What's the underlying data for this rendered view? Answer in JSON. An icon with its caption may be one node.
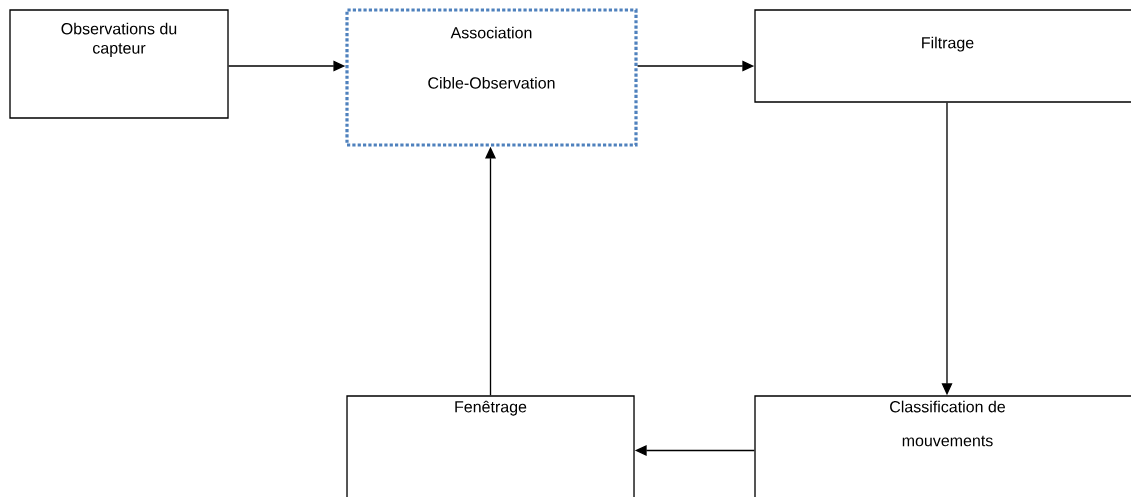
{
  "diagram": {
    "nodes": [
      {
        "text": [
          "Observations du capteur"
        ]
      },
      {
        "text": [
          "Association Cible-Observation"
        ]
      },
      {
        "text": [
          "Filtrage"
        ]
      },
      {
        "text": [
          "Classification de mouvements"
        ]
      },
      {
        "text": [
          "Fenêtrage"
        ]
      }
    ],
    "edges": [
      {
        "from": 0,
        "to": 1,
        "arrow": "to"
      },
      {
        "from": 1,
        "to": 2,
        "arrow": "to"
      },
      {
        "from": 2,
        "to": 3,
        "arrow": "to"
      },
      {
        "from": 3,
        "to": 4,
        "arrow": "to"
      },
      {
        "from": 4,
        "to": 1,
        "arrow": "to"
      }
    ]
  }
}
